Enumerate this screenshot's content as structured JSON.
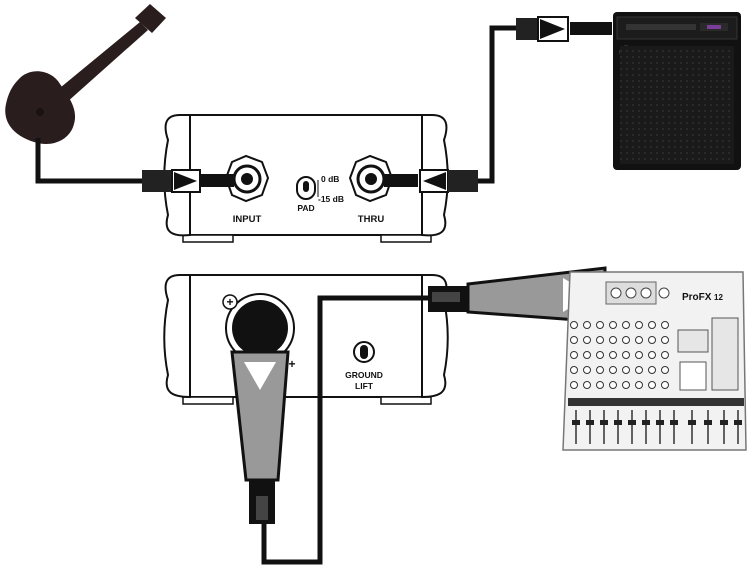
{
  "front_panel": {
    "input_label": "INPUT",
    "thru_label": "THRU",
    "pad_label": "PAD",
    "pad_0db_label": "0 dB",
    "pad_minus15_label": "-15 dB"
  },
  "rear_panel": {
    "ground_lift_line1": "GROUND",
    "ground_lift_line2": "LIFT",
    "xlr_plus_1": "+",
    "xlr_plus_2": "+"
  },
  "mixer": {
    "brand": "ProFX",
    "model": "12"
  },
  "icons": [
    "guitar-icon",
    "amplifier-icon",
    "mixer-icon",
    "xlr-cable-icon",
    "quarter-inch-plug-icon"
  ]
}
